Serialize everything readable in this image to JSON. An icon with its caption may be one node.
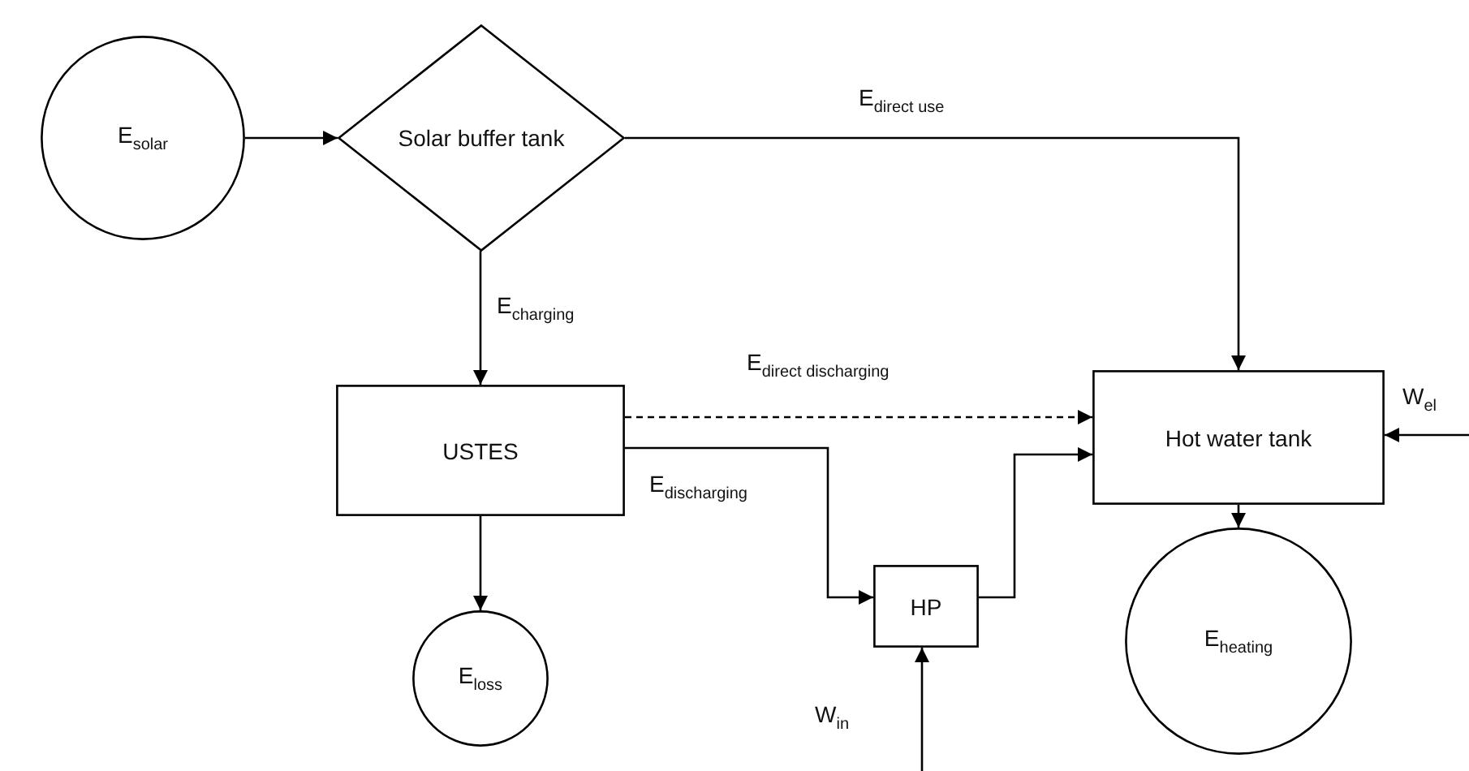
{
  "diagram": {
    "nodes": [
      {
        "text": [
          "E$_{solar}$"
        ]
      },
      {
        "text": [
          "Solar buffer tank"
        ]
      },
      {
        "text": [
          "USTES"
        ]
      },
      {
        "text": [
          "Hot water tank"
        ]
      },
      {
        "text": [
          "HP"
        ]
      },
      {
        "text": [
          "E$_{loss}$"
        ]
      },
      {
        "text": [
          "E$_{heating}$"
        ]
      }
    ],
    "edges": [
      {
        "from": 0,
        "to": 1,
        "arrow": "to"
      },
      {
        "from": 1,
        "to": 3,
        "arrow": "to",
        "label": "E$_{direct use}$"
      },
      {
        "from": 1,
        "to": 2,
        "arrow": "to",
        "label": "E$_{charging}$"
      },
      {
        "from": 2,
        "to": 3,
        "arrow": "to",
        "style": "dashed",
        "label": "E$_{direct discharging}$"
      },
      {
        "from": 2,
        "to": 4,
        "arrow": "to",
        "label": "E$_{discharging}$"
      },
      {
        "from": 4,
        "to": 3,
        "arrow": "to"
      },
      {
        "from": 2,
        "to": 5,
        "arrow": "to"
      },
      {
        "from": 3,
        "to": 6,
        "arrow": "to"
      },
      {
        "from": null,
        "to": 3,
        "arrow": "to",
        "label": "W$_{el}$"
      },
      {
        "from": null,
        "to": 4,
        "arrow": "to",
        "label": "W$_{in}$"
      }
    ]
  }
}
